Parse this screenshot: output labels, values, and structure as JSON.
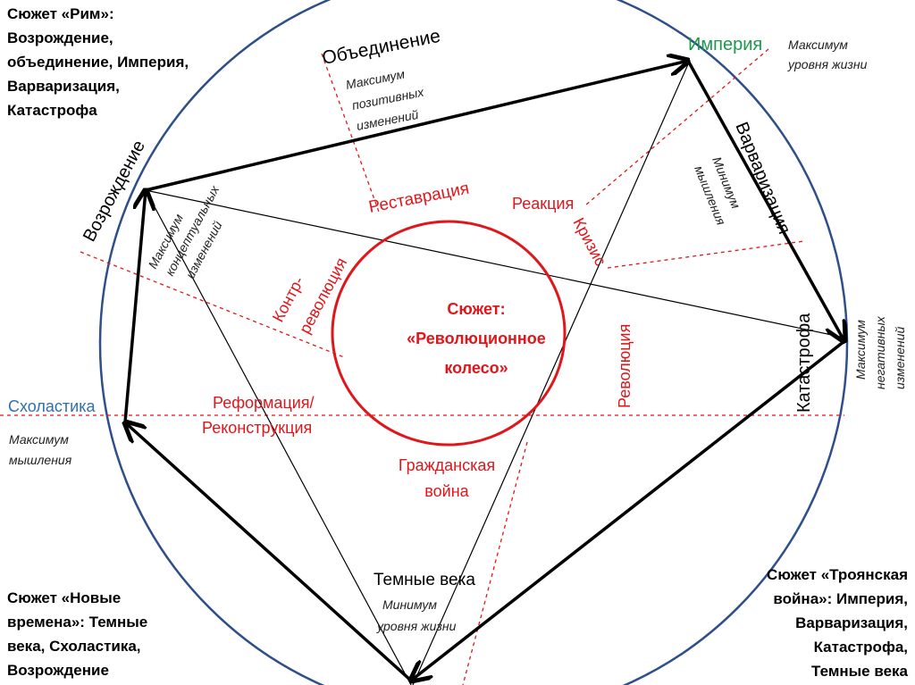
{
  "colors": {
    "outer_circle": "#2f4f8a",
    "inner_circle": "#e0161b",
    "red_text": "#e0161b",
    "green_text": "#1a9a4a",
    "blue_text": "#2e6fb5",
    "dashed": "#e0161b"
  },
  "corners": {
    "top_left": [
      "Сюжет «Рим»:",
      "Возрождение,",
      "объединение, Империя,",
      "Варваризация,",
      "Катастрофа"
    ],
    "bottom_left": [
      "Сюжет «Новые",
      "времена»: Темные",
      "века, Схоластика,",
      "Возрождение"
    ],
    "bottom_right": [
      "Сюжет «Троянская",
      "война»: Империя,",
      "Варваризация,",
      "Катастрофа,",
      "Темные века"
    ]
  },
  "wheel_stations": {
    "unification": "Объединение",
    "empire": "Империя",
    "barbarization": "Варваризация",
    "catastrophe": "Катастрофа",
    "dark_ages": "Темные века",
    "scholasticism": "Схоластика",
    "renaissance": "Возрождение"
  },
  "notes": {
    "max_positive_1": "Максимум",
    "max_positive_2": "позитивных",
    "max_positive_3": "изменений",
    "max_living_1": "Максимум",
    "max_living_2": "уровня жизни",
    "min_thinking_1": "Минимум",
    "min_thinking_2": "мышления",
    "max_negative_1": "Максимум",
    "max_negative_2": "негативных",
    "max_negative_3": "изменений",
    "min_living_1": "Минимум",
    "min_living_2": "уровня жизни",
    "max_thinking_1": "Максимум",
    "max_thinking_2": "мышления",
    "max_conceptual_1": "Максимум",
    "max_conceptual_2": "концептуальных",
    "max_conceptual_3": "изменений"
  },
  "inner": {
    "title_1": "Сюжет:",
    "title_2": "«Революционное",
    "title_3": "колесо»",
    "restoration": "Реставрация",
    "reaction": "Реакция",
    "crisis": "Кризис",
    "revolution": "Революция",
    "civil_war_1": "Гражданская",
    "civil_war_2": "война",
    "reformation_1": "Реформация/",
    "reformation_2": "Реконструкция",
    "counter_rev_1": "Контр-",
    "counter_rev_2": "революция"
  }
}
